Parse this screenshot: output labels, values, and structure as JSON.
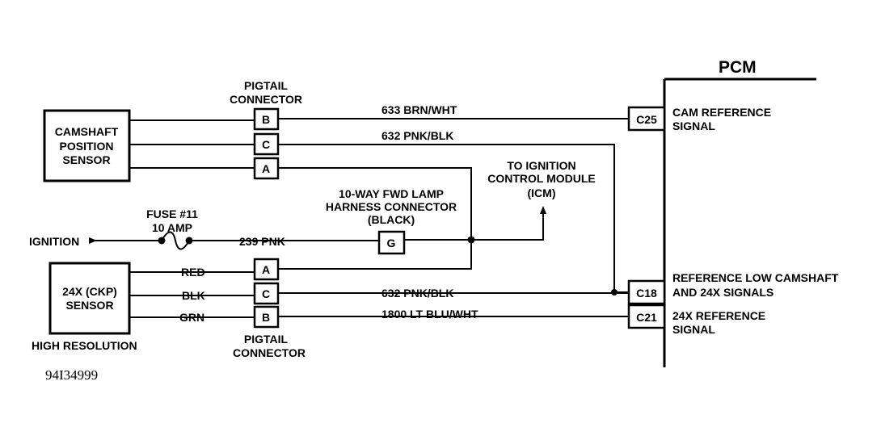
{
  "pcm": {
    "title": "PCM",
    "pins": {
      "c25": "C25",
      "c18": "C18",
      "c21": "C21"
    },
    "signals": {
      "cam_ref_line1": "CAM REFERENCE",
      "cam_ref_line2": "SIGNAL",
      "ref_low_line1": "REFERENCE LOW CAMSHAFT",
      "ref_low_line2": "AND 24X SIGNALS",
      "ref_24x_line1": "24X REFERENCE",
      "ref_24x_line2": "SIGNAL"
    }
  },
  "camshaft_sensor": {
    "line1": "CAMSHAFT",
    "line2": "POSITION",
    "line3": "SENSOR"
  },
  "ckp_sensor": {
    "line1": "24X (CKP)",
    "line2": "SENSOR",
    "caption": "HIGH RESOLUTION"
  },
  "pigtail_top": {
    "line1": "PIGTAIL",
    "line2": "CONNECTOR",
    "pins": [
      "B",
      "C",
      "A"
    ]
  },
  "pigtail_bottom": {
    "line1": "PIGTAIL",
    "line2": "CONNECTOR",
    "pins": [
      "A",
      "C",
      "B"
    ]
  },
  "wires": {
    "w633": "633 BRN/WHT",
    "w632_top": "632 PNK/BLK",
    "w239": "239 PNK",
    "w632_bottom": "632 PNK/BLK",
    "w1800": "1800 LT BLU/WHT",
    "red": "RED",
    "blk": "BLK",
    "grn": "GRN"
  },
  "fuse": {
    "line1": "FUSE #11",
    "line2": "10 AMP"
  },
  "ignition": "IGNITION",
  "harness": {
    "line1": "10-WAY FWD LAMP",
    "line2": "HARNESS CONNECTOR",
    "line3": "(BLACK)",
    "pin": "G"
  },
  "icm": {
    "line1": "TO IGNITION",
    "line2": "CONTROL MODULE",
    "line3": "(ICM)"
  },
  "figure_id": "94I34999"
}
